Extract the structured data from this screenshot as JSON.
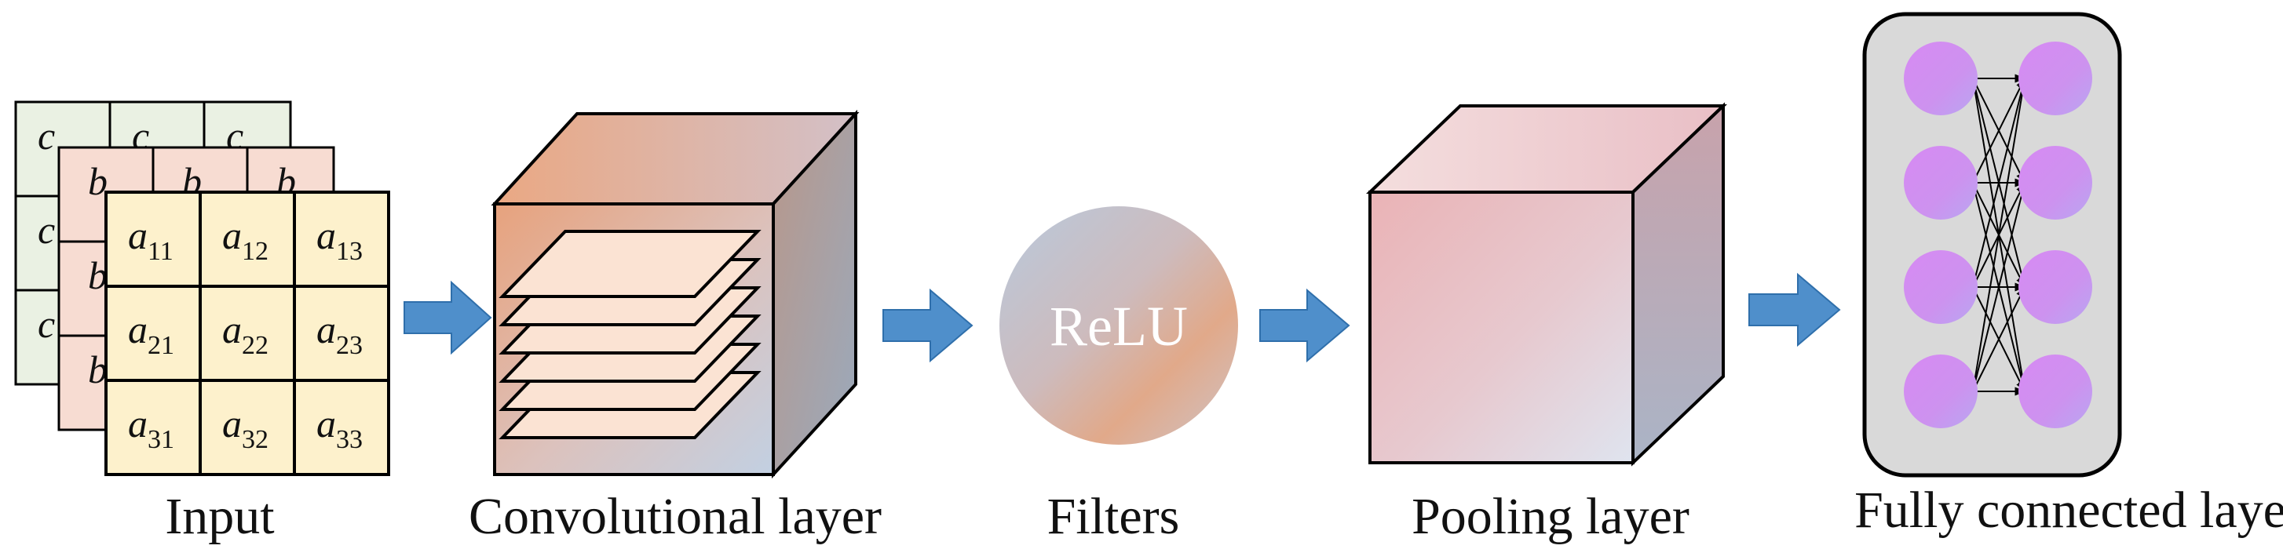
{
  "captions": {
    "input": "Input",
    "conv": "Convolutional layer",
    "filters": "Filters",
    "pooling": "Pooling layer",
    "fc": "Fully connected layer"
  },
  "relu_label": "ReLU",
  "input_matrix": {
    "front_layer_letter": "a",
    "middle_layer_letter": "b",
    "back_layer_letter": "c",
    "front_cells": [
      [
        "11",
        "12",
        "13"
      ],
      [
        "21",
        "22",
        "23"
      ],
      [
        "31",
        "32",
        "33"
      ]
    ]
  },
  "fully_connected": {
    "left_neurons": 4,
    "right_neurons": 4
  },
  "colors": {
    "arrow": "#4f8fcb",
    "arrow_edge": "#2f6fab",
    "front_layer": "#fdf1cc",
    "middle_layer": "#f7dcd2",
    "back_layer": "#eaf1e3",
    "neuron": "#cf8cf0",
    "fc_panel": "#d9d9d9"
  }
}
